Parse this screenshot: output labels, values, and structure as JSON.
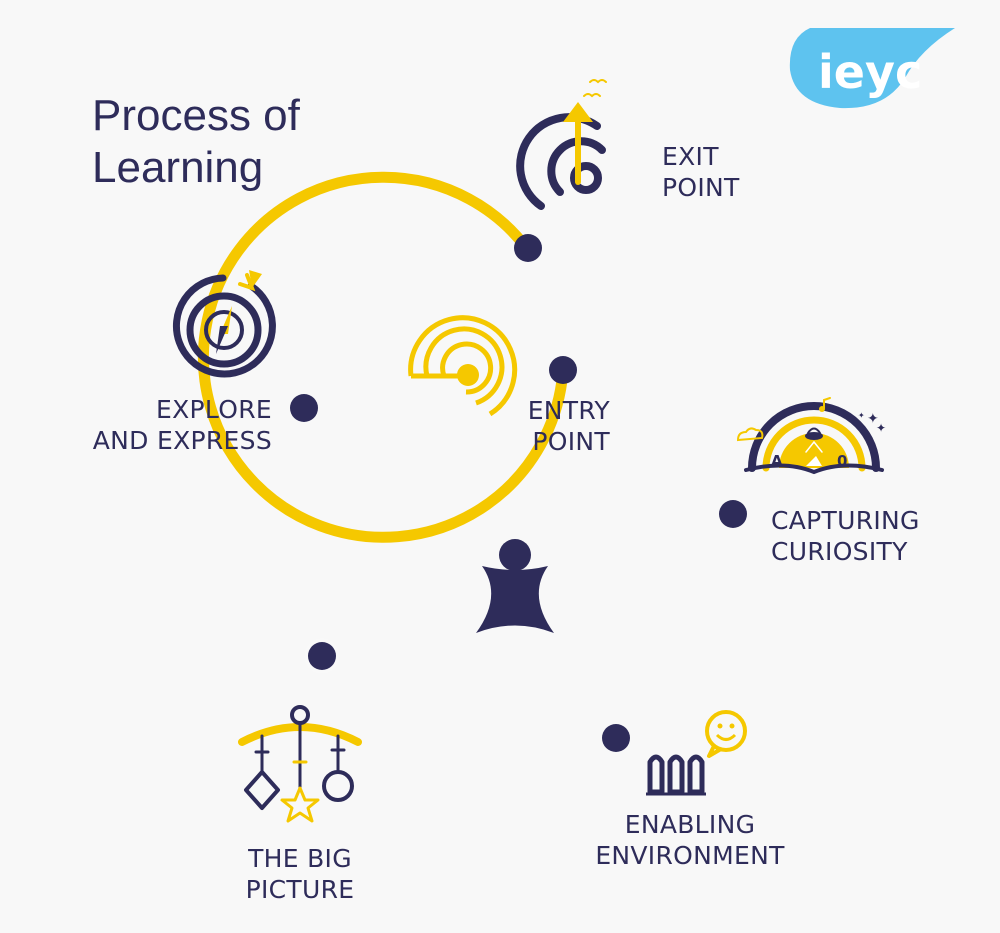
{
  "title": {
    "line1": "Process of",
    "line2": "Learning"
  },
  "logo": {
    "text": "ieyc",
    "color": "#5ec3ef"
  },
  "colors": {
    "navy": "#2e2c5a",
    "yellow": "#f5c800",
    "background": "#f8f8f8"
  },
  "stages": [
    {
      "line1": "EXIT",
      "line2": "POINT",
      "icon": "target-arrow-icon"
    },
    {
      "line1": "ENTRY",
      "line2": "POINT",
      "icon": "concentric-circles-icon"
    },
    {
      "line1": "CAPTURING",
      "line2": "CURIOSITY",
      "icon": "rainbow-book-icon"
    },
    {
      "line1": "ENABLING",
      "line2": "ENVIRONMENT",
      "icon": "fence-speech-bubble-icon"
    },
    {
      "line1": "THE BIG",
      "line2": "PICTURE",
      "icon": "baby-mobile-icon"
    },
    {
      "line1": "EXPLORE",
      "line2": "AND EXPRESS",
      "icon": "compass-icon"
    }
  ],
  "center_icon": "child-figure-icon",
  "icon_letters": [
    "A",
    "0"
  ]
}
